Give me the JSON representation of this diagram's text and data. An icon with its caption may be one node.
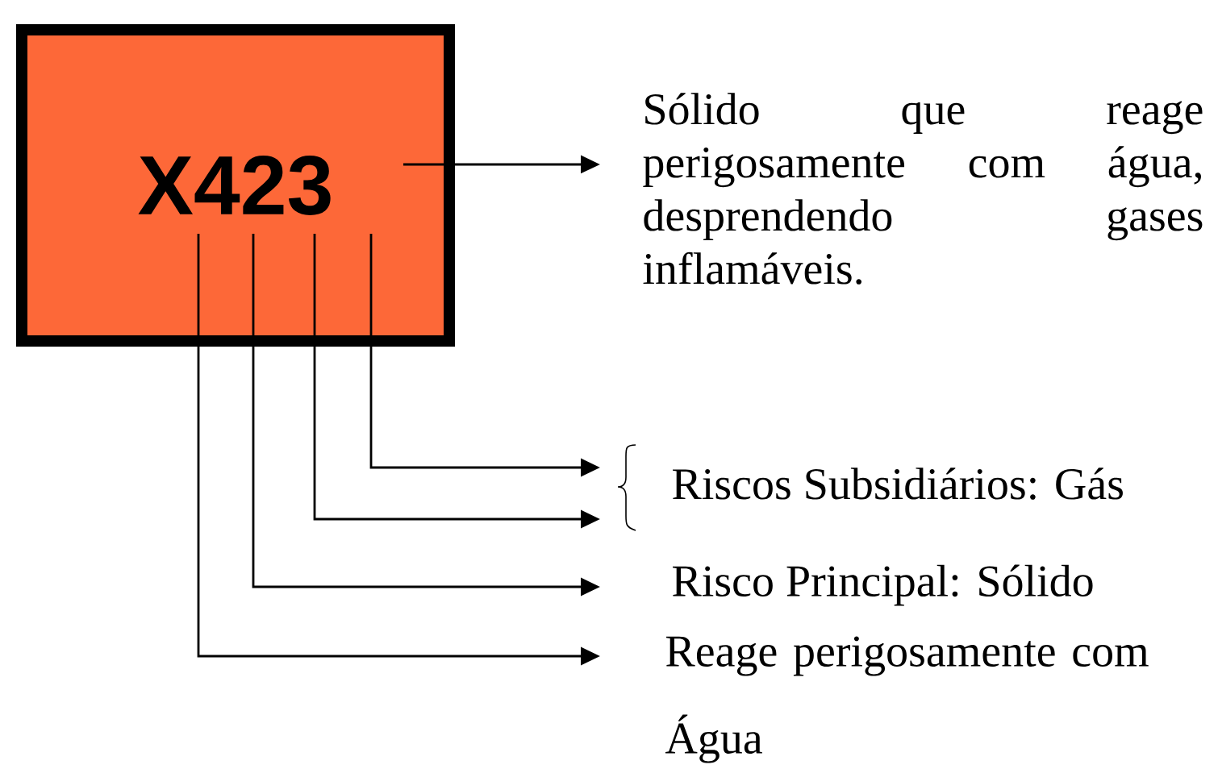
{
  "diagram": {
    "nodes": [
      {
        "text": [
          "X423"
        ]
      },
      {
        "text": [
          "Sólido que reage perigosamente com água, desprendendo gases inflamáveis."
        ]
      },
      {
        "text": [
          "Riscos Subsidiários: Gás"
        ]
      },
      {
        "text": [
          "Risco Principal: Sólido"
        ]
      },
      {
        "text": [
          "Reage perigosamente com Água"
        ]
      }
    ],
    "edges": [
      {
        "from": 0,
        "to": 1,
        "arrow": "to"
      },
      {
        "from": 0,
        "to": 2,
        "arrow": "to"
      },
      {
        "from": 0,
        "to": 2,
        "arrow": "to"
      },
      {
        "from": 0,
        "to": 3,
        "arrow": "to"
      },
      {
        "from": 0,
        "to": 4,
        "arrow": "to"
      }
    ]
  }
}
